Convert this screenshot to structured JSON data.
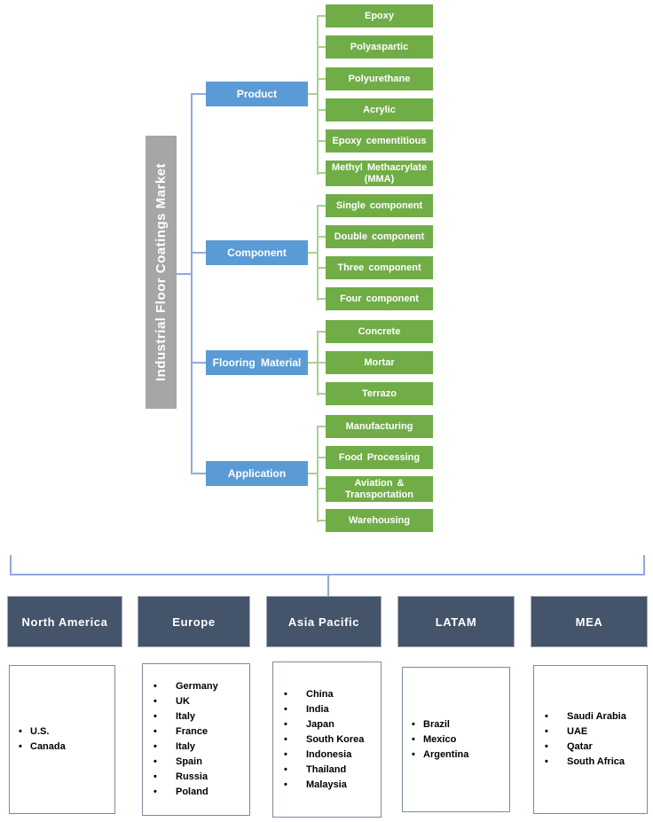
{
  "diagram": {
    "root_label": "Industrial Floor Coatings Market",
    "segments": [
      {
        "label": "Product",
        "children": [
          "Epoxy",
          "Polyaspartic",
          "Polyurethane",
          "Acrylic",
          "Epoxy cementitious",
          "Methyl Methacrylate (MMA)"
        ]
      },
      {
        "label": "Component",
        "children": [
          "Single component",
          "Double component",
          "Three component",
          "Four component"
        ]
      },
      {
        "label": "Flooring Material",
        "children": [
          "Concrete",
          "Mortar",
          "Terrazo"
        ]
      },
      {
        "label": "Application",
        "children": [
          "Manufacturing",
          "Food Processing",
          "Aviation & Transportation",
          "Warehousing"
        ]
      }
    ]
  },
  "regions": [
    {
      "label": "North America",
      "countries": [
        "U.S.",
        "Canada"
      ]
    },
    {
      "label": "Europe",
      "countries": [
        "Germany",
        "UK",
        "Italy",
        "France",
        "Italy",
        "Spain",
        "Russia",
        "Poland"
      ]
    },
    {
      "label": "Asia Pacific",
      "countries": [
        "China",
        "India",
        "Japan",
        "South Korea",
        "Indonesia",
        "Thailand",
        "Malaysia"
      ]
    },
    {
      "label": "LATAM",
      "countries": [
        "Brazil",
        "Mexico",
        "Argentina"
      ]
    },
    {
      "label": "MEA",
      "countries": [
        "Saudi Arabia",
        "UAE",
        "Qatar",
        "South Africa"
      ]
    }
  ],
  "colors": {
    "segment_parent_blue": "#5B9BD5",
    "segment_child_green": "#70AD47",
    "root_bar_gray": "#A6A6A6",
    "region_header_slate": "#44546A",
    "connector_blue": "#8FAADC",
    "connector_green": "#A9D18E"
  }
}
